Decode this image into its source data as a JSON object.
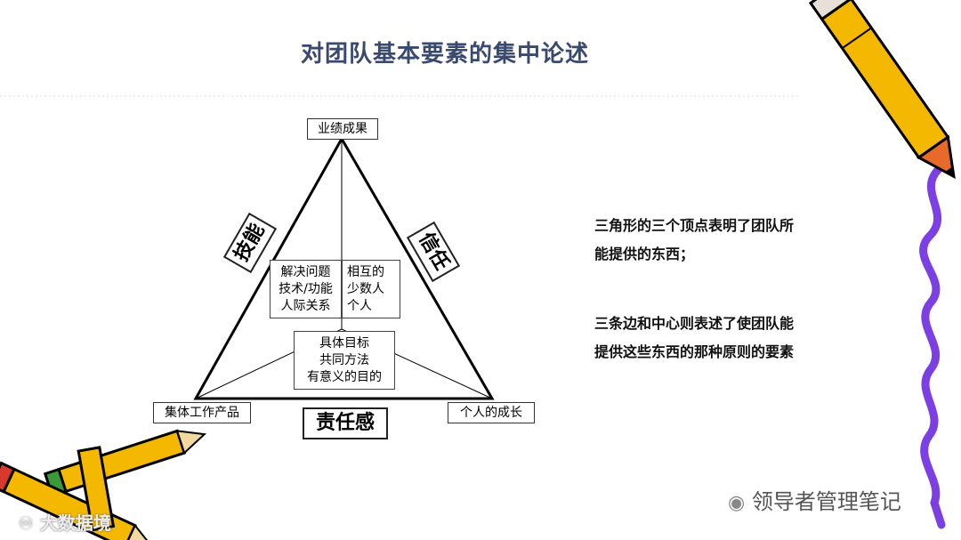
{
  "title": "对团队基本要素的集中论述",
  "vertices": {
    "top": "业绩成果",
    "bottom_left": "集体工作产品",
    "bottom_right": "个人的成长"
  },
  "sides": {
    "left": "技能",
    "right": "信任",
    "bottom": "责任感"
  },
  "inner_boxes": {
    "left": [
      "解决问题",
      "技术/功能",
      "人际关系"
    ],
    "right": [
      "相互的",
      "少数人",
      "个人"
    ],
    "center": [
      "具体目标",
      "共同方法",
      "有意义的目的"
    ]
  },
  "explanation": {
    "p1_line1": "三角形的三个顶点表明了团队所",
    "p1_line2": "能提供的东西；",
    "p2_line1": "三条边和中心则表述了使团队能",
    "p2_line2": "提供这些东西的那种原则的要素"
  },
  "watermark_right": "领导者管理笔记",
  "watermark_left": "大数据境",
  "colors": {
    "title": "#3a4a6e",
    "squiggle": "#7b3fe4",
    "pencil_body": "#f5b800",
    "pencil_tip": "#e86a2a"
  }
}
